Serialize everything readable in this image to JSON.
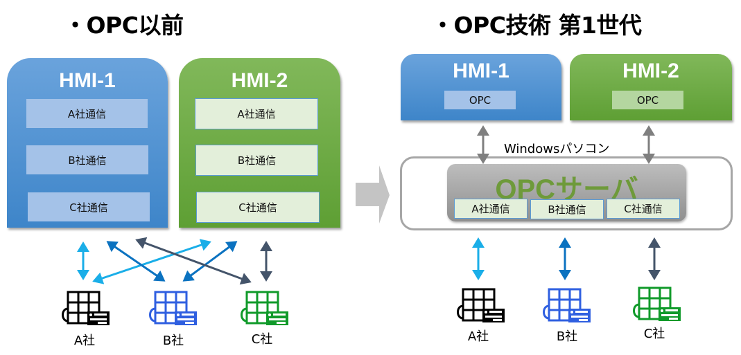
{
  "left": {
    "title": "・OPC以前",
    "hmis": [
      {
        "name": "HMI-1",
        "color": "#4a90d4",
        "comms": [
          "A社通信",
          "B社通信",
          "C社通信"
        ]
      },
      {
        "name": "HMI-2",
        "color": "#6aab3e",
        "comms": [
          "A社通信",
          "B社通信",
          "C社通信"
        ]
      }
    ],
    "companies": [
      {
        "label": "A社",
        "color": "#000000"
      },
      {
        "label": "B社",
        "color": "#2f5fe0"
      },
      {
        "label": "C社",
        "color": "#109a2a"
      }
    ],
    "arrow_colors": {
      "a": "#1aaee8",
      "b": "#0b72c0",
      "c": "#44546a"
    }
  },
  "right": {
    "title": "・OPC技術 第1世代",
    "hmis": [
      {
        "name": "HMI-1",
        "tag": "OPC"
      },
      {
        "name": "HMI-2",
        "tag": "OPC"
      }
    ],
    "pc_label": "Windowsパソコン",
    "server": {
      "title": "OPCサーバ",
      "comms": [
        "A社通信",
        "B社通信",
        "C社通信"
      ]
    },
    "companies": [
      {
        "label": "A社"
      },
      {
        "label": "B社"
      },
      {
        "label": "C社"
      }
    ]
  }
}
